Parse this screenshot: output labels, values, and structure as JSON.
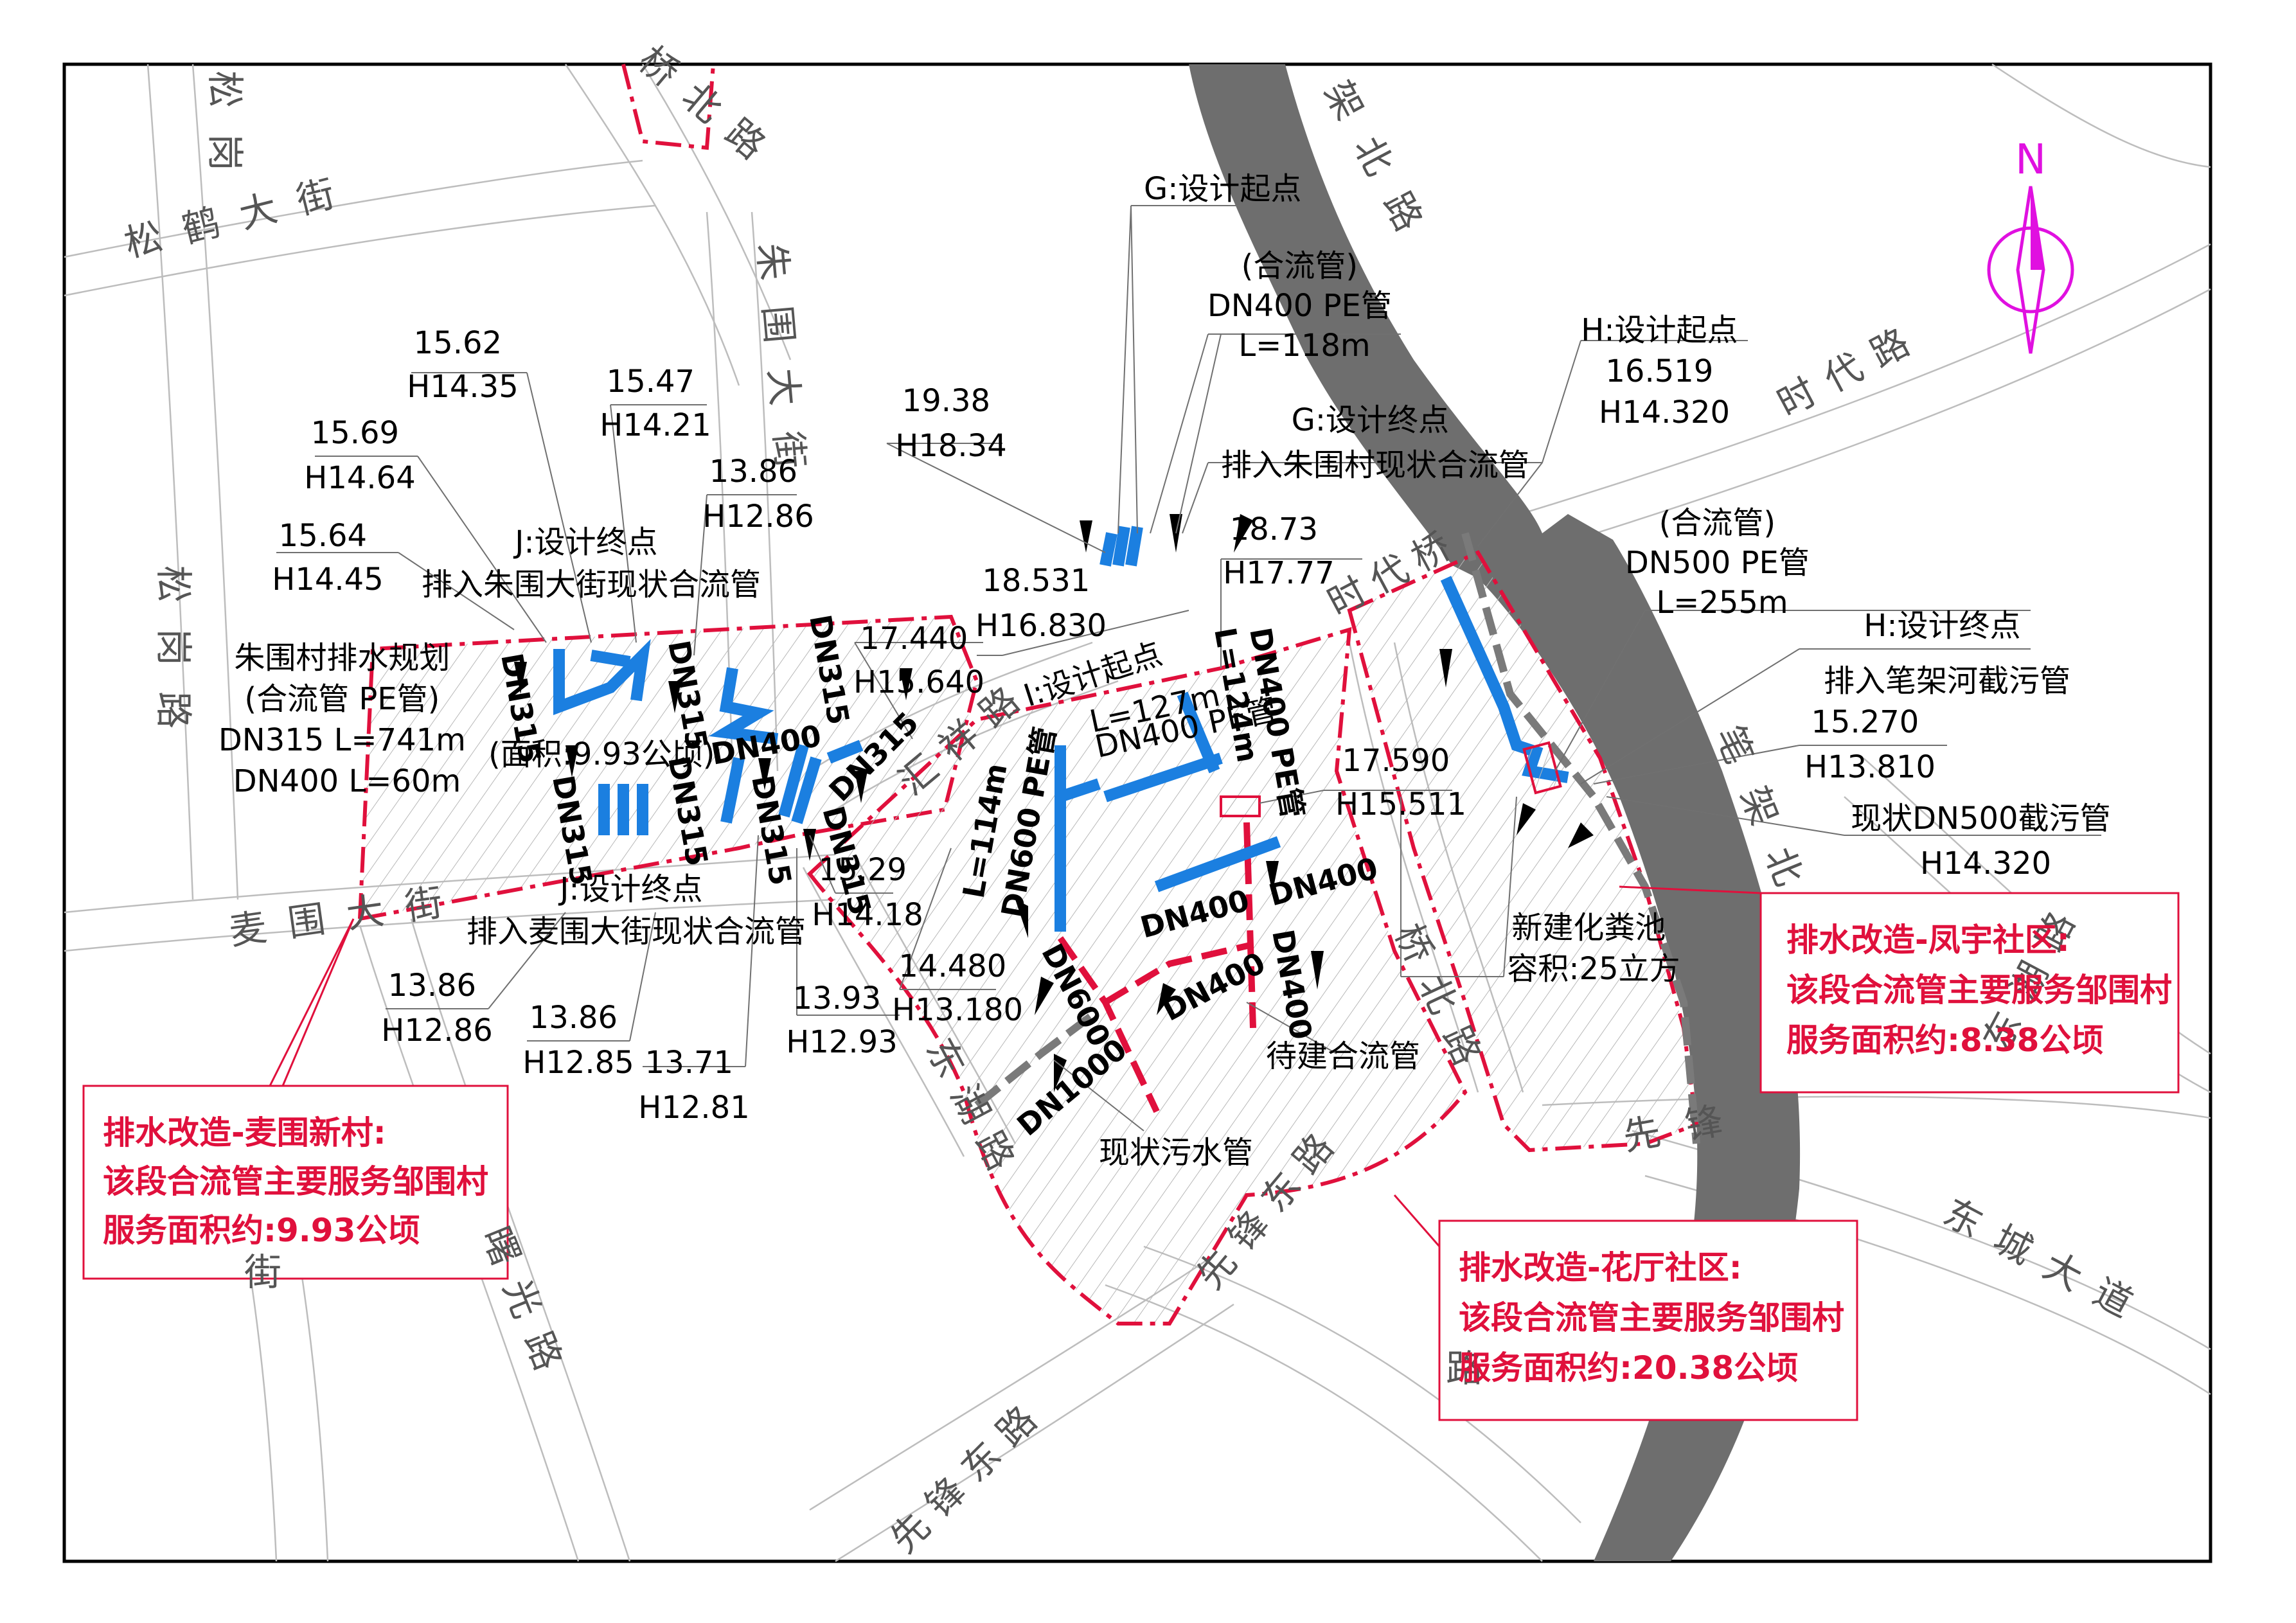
{
  "roads": [
    {
      "id": "songhe",
      "text": "松鹤大街"
    },
    {
      "id": "songgang-top",
      "text": "松岗"
    },
    {
      "id": "songgang-road",
      "text": "松岗路"
    },
    {
      "id": "qiaobei-top",
      "text": "桥北路"
    },
    {
      "id": "zhuwei",
      "text": "朱围大街"
    },
    {
      "id": "maiwei",
      "text": "麦围大街"
    },
    {
      "id": "huixiang",
      "text": "汇祥路"
    },
    {
      "id": "donghu",
      "text": "东湖路"
    },
    {
      "id": "xianfeng-mid",
      "text": "先锋东路"
    },
    {
      "id": "xianfeng-bottom",
      "text": "先锋东路"
    },
    {
      "id": "shuguang",
      "text": "曙光路"
    },
    {
      "id": "qiaobei-mid",
      "text": "桥北路"
    },
    {
      "id": "shidai-bridge",
      "text": "时代桥"
    },
    {
      "id": "shidai-road",
      "text": "时代路"
    },
    {
      "id": "jiabei-top",
      "text": "架北路"
    },
    {
      "id": "bijia-river",
      "text": "笔架北"
    },
    {
      "id": "dongcheng",
      "text": "东城大道"
    },
    {
      "id": "dongcheng-frag",
      "text": "东湖路"
    },
    {
      "id": "xianfeng-frag",
      "text": "先锋"
    },
    {
      "id": "jie-frag",
      "text": "街"
    },
    {
      "id": "lu-frag",
      "text": "路"
    }
  ],
  "north_arrow": {
    "label": "N",
    "color": "#e010e0"
  },
  "annotations": [
    {
      "id": "g-start",
      "lines": [
        "G:设计起点"
      ]
    },
    {
      "id": "g-pipe",
      "lines": [
        "(合流管)",
        "DN400 PE管",
        "L=118m"
      ]
    },
    {
      "id": "g-end",
      "lines": [
        "G:设计终点",
        "排入朱围村现状合流管"
      ]
    },
    {
      "id": "h-start",
      "lines": [
        "H:设计起点",
        "16.519",
        "H14.320"
      ]
    },
    {
      "id": "h-pipe",
      "lines": [
        "(合流管)",
        "DN500 PE管",
        "L=255m"
      ]
    },
    {
      "id": "h-end",
      "lines": [
        "H:设计终点",
        "排入笔架河截污管"
      ]
    },
    {
      "id": "h-elev",
      "lines": [
        "15.270",
        "H13.810"
      ]
    },
    {
      "id": "existing-dn500",
      "lines": [
        "现状DN500截污管",
        "H14.320"
      ]
    },
    {
      "id": "e-1938",
      "lines": [
        "19.38",
        "H18.34"
      ]
    },
    {
      "id": "e-1873",
      "lines": [
        "18.73",
        "H17.77"
      ]
    },
    {
      "id": "e-18531",
      "lines": [
        "18.531",
        "H16.830"
      ]
    },
    {
      "id": "e-17440",
      "lines": [
        "17.440",
        "H15.640"
      ]
    },
    {
      "id": "e-17590",
      "lines": [
        "17.590",
        "H15.511"
      ]
    },
    {
      "id": "e-1562",
      "lines": [
        "15.62",
        "H14.35"
      ]
    },
    {
      "id": "e-1547",
      "lines": [
        "15.47",
        "H14.21"
      ]
    },
    {
      "id": "e-1569",
      "lines": [
        "15.69",
        "H14.64"
      ]
    },
    {
      "id": "e-1386a",
      "lines": [
        "13.86",
        "H12.86"
      ]
    },
    {
      "id": "e-1564",
      "lines": [
        "15.64",
        "H14.45"
      ]
    },
    {
      "id": "j-end-top",
      "lines": [
        "J:设计终点",
        "排入朱围大街现状合流管"
      ]
    },
    {
      "id": "zhuwei-plan",
      "lines": [
        "朱围村排水规划",
        "(合流管 PE管)",
        "DN315 L=741m",
        "DN400 L=60m"
      ]
    },
    {
      "id": "area-note",
      "lines": [
        "(面积:9.93公顷)"
      ]
    },
    {
      "id": "j-end-bottom",
      "lines": [
        "J:设计终点",
        "排入麦围大街现状合流管"
      ]
    },
    {
      "id": "e-1529",
      "lines": [
        "15.29",
        "H14.18"
      ]
    },
    {
      "id": "e-14480",
      "lines": [
        "14.480",
        "H13.180"
      ]
    },
    {
      "id": "e-1393",
      "lines": [
        "13.93",
        "H12.93"
      ]
    },
    {
      "id": "e-1386b",
      "lines": [
        "13.86",
        "H12.86"
      ]
    },
    {
      "id": "e-1386c",
      "lines": [
        "13.86",
        "H12.85"
      ]
    },
    {
      "id": "e-1371",
      "lines": [
        "13.71",
        "H12.81"
      ]
    },
    {
      "id": "i-start",
      "lines": [
        "I:设计起点"
      ]
    },
    {
      "id": "i-pipe",
      "lines": [
        "L=127m",
        "DN400 PE管"
      ]
    },
    {
      "id": "septic",
      "lines": [
        "新建化粪池",
        "容积:25立方"
      ]
    },
    {
      "id": "pending",
      "lines": [
        "待建合流管"
      ]
    },
    {
      "id": "existing-sewage",
      "lines": [
        "现状污水管"
      ]
    }
  ],
  "pipe_labels": [
    {
      "id": "pl-dn315-a",
      "text": "DN315"
    },
    {
      "id": "pl-dn315-b",
      "text": "DN315"
    },
    {
      "id": "pl-dn315-c",
      "text": "DN315"
    },
    {
      "id": "pl-dn315-d",
      "text": "DN315"
    },
    {
      "id": "pl-dn400-a",
      "text": "DN400"
    },
    {
      "id": "pl-dn315-e",
      "text": "DN315"
    },
    {
      "id": "pl-dn315-f",
      "text": "DN315"
    },
    {
      "id": "pl-dn315-g",
      "text": "DN315"
    },
    {
      "id": "pl-dn315-h",
      "text": "DN315"
    },
    {
      "id": "pl-l114",
      "text": "L=114m"
    },
    {
      "id": "pl-dn600-pe",
      "text": "DN600 PE管"
    },
    {
      "id": "pl-l124",
      "text": "L=124m"
    },
    {
      "id": "pl-dn400-pe",
      "text": "DN400 PE管"
    },
    {
      "id": "pl-dn400-b",
      "text": "DN400"
    },
    {
      "id": "pl-dn400-c",
      "text": "DN400"
    },
    {
      "id": "pl-dn400-d",
      "text": "DN400"
    },
    {
      "id": "pl-dn400-e",
      "text": "DN400"
    },
    {
      "id": "pl-dn600",
      "text": "DN600"
    },
    {
      "id": "pl-dn1000",
      "text": "DN1000"
    }
  ],
  "areas": [
    {
      "id": "maiwei-xincun",
      "lines": [
        "排水改造-麦围新村:",
        "该段合流管主要服务邹围村",
        "服务面积约:9.93公顷"
      ]
    },
    {
      "id": "fengyu",
      "lines": [
        "排水改造-凤宇社区:",
        "该段合流管主要服务邹围村",
        "服务面积约:8.38公顷"
      ]
    },
    {
      "id": "huating",
      "lines": [
        "排水改造-花厅社区:",
        "该段合流管主要服务邹围村",
        "服务面积约:20.38公顷"
      ]
    }
  ],
  "colors": {
    "boundary": "#e0103c",
    "new_pipe": "#1b7fe0",
    "pending_pipe": "#e0103c",
    "existing_pipe": "#7a7a7a",
    "river": "#6e6e6e",
    "north_arrow": "#e010e0"
  }
}
